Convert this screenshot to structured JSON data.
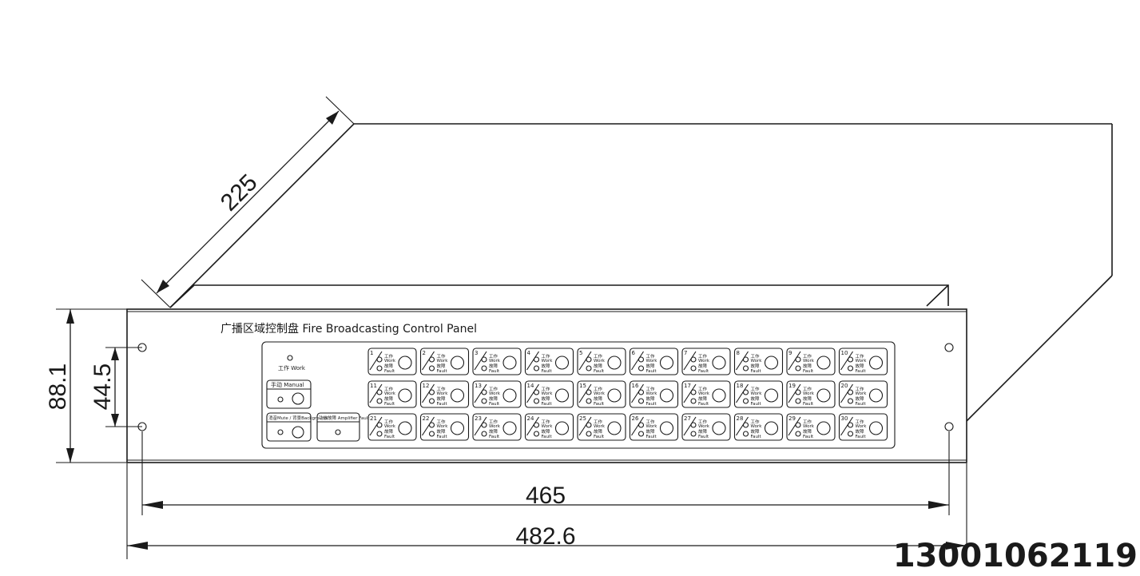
{
  "dimensions": {
    "depth": "225",
    "height": "88.1",
    "hole_spacing": "44.5",
    "hole_width": "465",
    "total_width": "482.6"
  },
  "panel": {
    "title": "广播区域控制盘  Fire Broadcasting  Control Panel",
    "work_label": "工作 Work",
    "manual_label": "手动  Manual",
    "mute_label": "消音Mute / 背景Background",
    "amp_fault_label": "功放故障 Amplifier Fault",
    "zone_work_cn": "工作",
    "zone_work_en": "Work",
    "zone_fault_cn": "故障",
    "zone_fault_en": "Fault",
    "zones": [
      1,
      2,
      3,
      4,
      5,
      6,
      7,
      8,
      9,
      10,
      11,
      12,
      13,
      14,
      15,
      16,
      17,
      18,
      19,
      20,
      21,
      22,
      23,
      24,
      25,
      26,
      27,
      28,
      29,
      30
    ]
  },
  "phone": "13001062119"
}
